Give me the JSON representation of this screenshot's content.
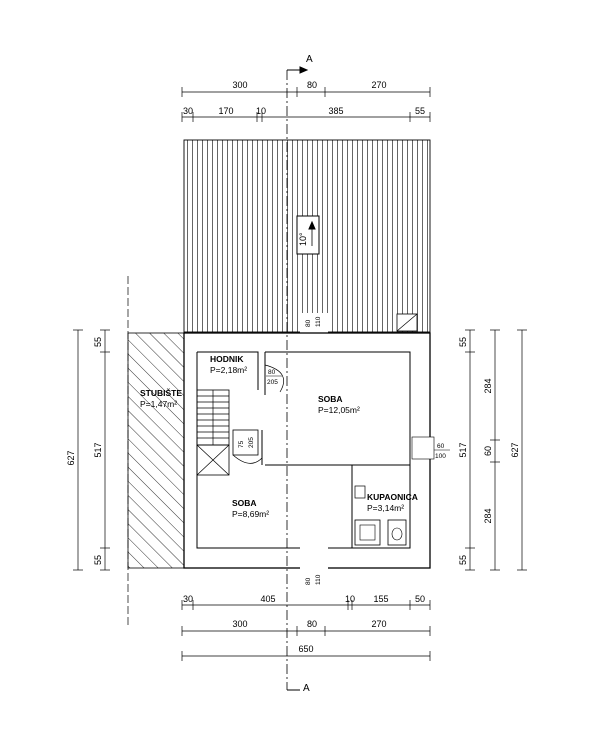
{
  "section": {
    "marker": "A"
  },
  "top": {
    "row1": [
      "300",
      "80",
      "270"
    ],
    "row2": [
      "30",
      "170",
      "10",
      "385",
      "55"
    ]
  },
  "bottom": {
    "row1": [
      "30",
      "405",
      "10",
      "155",
      "50"
    ],
    "row2": [
      "300",
      "80",
      "270"
    ],
    "row3": [
      "650"
    ]
  },
  "left": {
    "outer": "627",
    "inner": [
      "55",
      "517",
      "55"
    ]
  },
  "right": {
    "outer": "627",
    "inner": [
      "55",
      "284",
      "60",
      "284",
      "55"
    ],
    "mid": "517"
  },
  "roof": {
    "slope": "10°"
  },
  "rooms": {
    "hodnik": {
      "name": "HODNIK",
      "area": "P=2,18m²"
    },
    "stubiste": {
      "name": "STUBIŠTE",
      "area": "P=1,47m²"
    },
    "soba1": {
      "name": "SOBA",
      "area": "P=12,05m²"
    },
    "soba2": {
      "name": "SOBA",
      "area": "P=8,69m²"
    },
    "kupaonica": {
      "name": "KUPAONICA",
      "area": "P=3,14m²"
    }
  },
  "openings": {
    "top_window": [
      "80",
      "110"
    ],
    "door_hall": [
      "80",
      "205"
    ],
    "door_bath": [
      "75",
      "205"
    ],
    "right_window": [
      "60",
      "100"
    ],
    "bottom_window": [
      "80",
      "110"
    ]
  }
}
